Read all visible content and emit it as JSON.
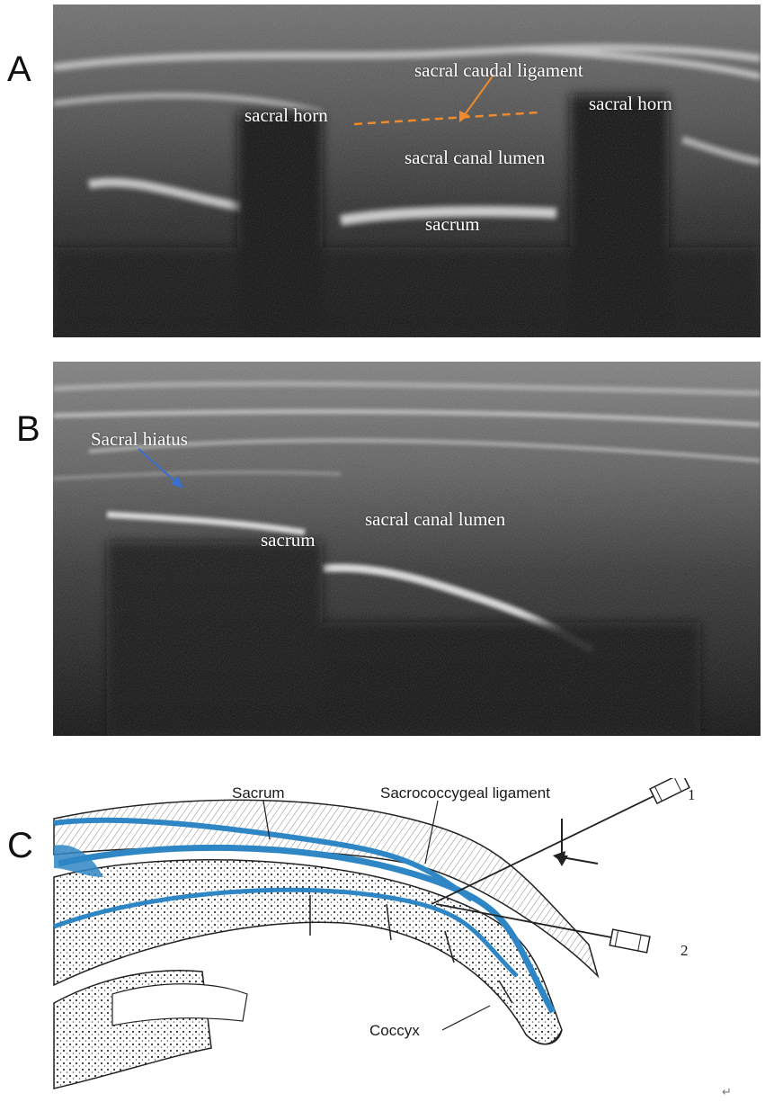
{
  "panels": {
    "a": {
      "letter": "A",
      "labels": {
        "ligament": "sacral caudal ligament",
        "horn_left": "sacral horn",
        "horn_right": "sacral horn",
        "canal": "sacral canal lumen",
        "sacrum": "sacrum"
      },
      "annotation_color": "#f08a2c"
    },
    "b": {
      "letter": "B",
      "labels": {
        "hiatus": "Sacral hiatus",
        "sacrum": "sacrum",
        "canal": "sacral canal lumen"
      },
      "annotation_color": "#3a6fd0"
    },
    "c": {
      "letter": "C",
      "labels": {
        "sacrum": "Sacrum",
        "ligament": "Sacrococcygeal ligament",
        "coccyx": "Coccyx",
        "needle_1": "1",
        "needle_2": "2"
      },
      "ligament_color": "#2f86c5"
    }
  },
  "return_mark": "↵"
}
